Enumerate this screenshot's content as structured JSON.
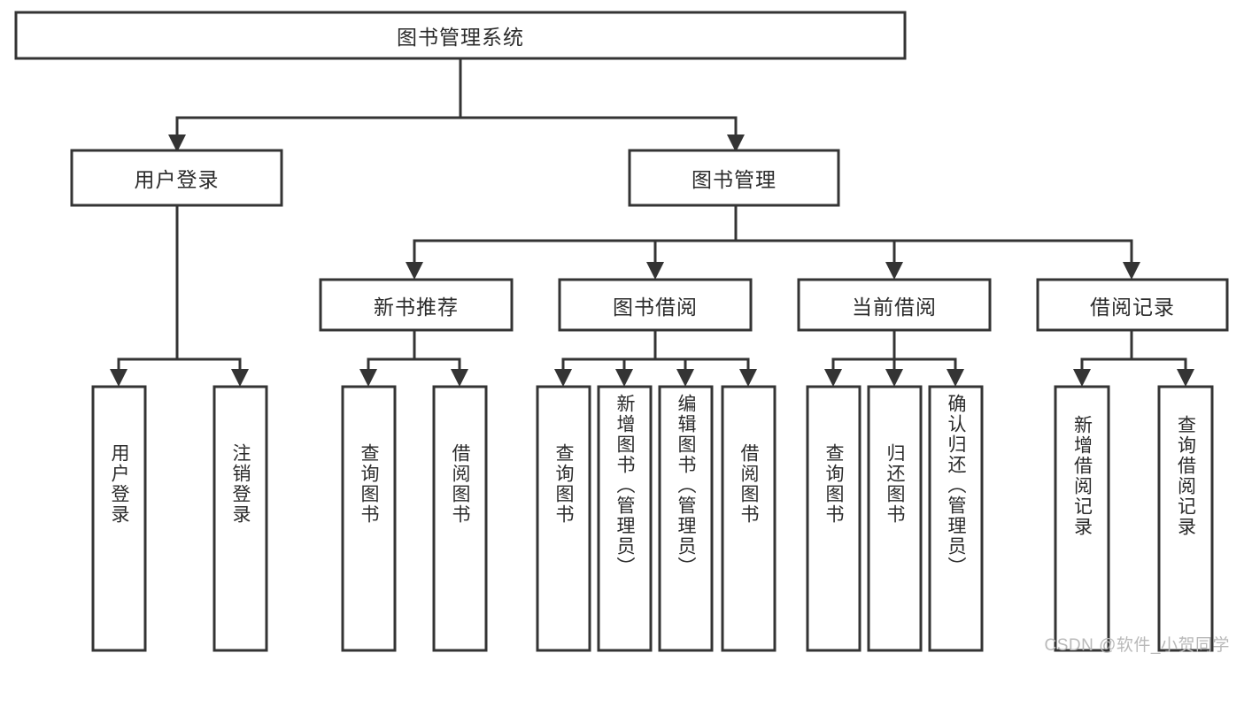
{
  "diagram": {
    "type": "tree-hierarchy",
    "title": "图书管理系统",
    "watermark": "CSDN @软件_小贺同学",
    "colors": {
      "stroke": "#343434",
      "box_fill": "#ffffff",
      "text": "#2b2b2b",
      "background": "#ffffff",
      "watermark": "#b9b9b9"
    },
    "nodes": {
      "root": {
        "label": "图书管理系统",
        "orientation": "horizontal"
      },
      "level2": [
        {
          "id": "user-login",
          "label": "用户登录",
          "orientation": "horizontal"
        },
        {
          "id": "book-management",
          "label": "图书管理",
          "orientation": "horizontal"
        }
      ],
      "level3": [
        {
          "id": "new-book-recommend",
          "label": "新书推荐",
          "orientation": "horizontal"
        },
        {
          "id": "book-borrow",
          "label": "图书借阅",
          "orientation": "horizontal"
        },
        {
          "id": "current-borrow",
          "label": "当前借阅",
          "orientation": "horizontal"
        },
        {
          "id": "borrow-record",
          "label": "借阅记录",
          "orientation": "horizontal"
        }
      ],
      "leaves": [
        {
          "id": "leaf-user-login",
          "label": "用户登录",
          "parent": "user-login",
          "orientation": "vertical"
        },
        {
          "id": "leaf-logout-login",
          "label": "注销登录",
          "parent": "user-login",
          "orientation": "vertical"
        },
        {
          "id": "leaf-query-book-1",
          "label": "查询图书",
          "parent": "new-book-recommend",
          "orientation": "vertical"
        },
        {
          "id": "leaf-borrow-book-1",
          "label": "借阅图书",
          "parent": "new-book-recommend",
          "orientation": "vertical"
        },
        {
          "id": "leaf-query-book-2",
          "label": "查询图书",
          "parent": "book-borrow",
          "orientation": "vertical"
        },
        {
          "id": "leaf-add-book-admin",
          "label": "新增图书（管理员）",
          "parent": "book-borrow",
          "orientation": "vertical"
        },
        {
          "id": "leaf-edit-book-admin",
          "label": "编辑图书（管理员）",
          "parent": "book-borrow",
          "orientation": "vertical"
        },
        {
          "id": "leaf-borrow-book-2",
          "label": "借阅图书",
          "parent": "book-borrow",
          "orientation": "vertical"
        },
        {
          "id": "leaf-query-book-3",
          "label": "查询图书",
          "parent": "current-borrow",
          "orientation": "vertical"
        },
        {
          "id": "leaf-return-book",
          "label": "归还图书",
          "parent": "current-borrow",
          "orientation": "vertical"
        },
        {
          "id": "leaf-confirm-return-admin",
          "label": "确认归还（管理员）",
          "parent": "current-borrow",
          "orientation": "vertical"
        },
        {
          "id": "leaf-add-borrow-record",
          "label": "新增借阅记录",
          "parent": "borrow-record",
          "orientation": "vertical"
        },
        {
          "id": "leaf-query-borrow-record",
          "label": "查询借阅记录",
          "parent": "borrow-record",
          "orientation": "vertical"
        }
      ]
    }
  }
}
